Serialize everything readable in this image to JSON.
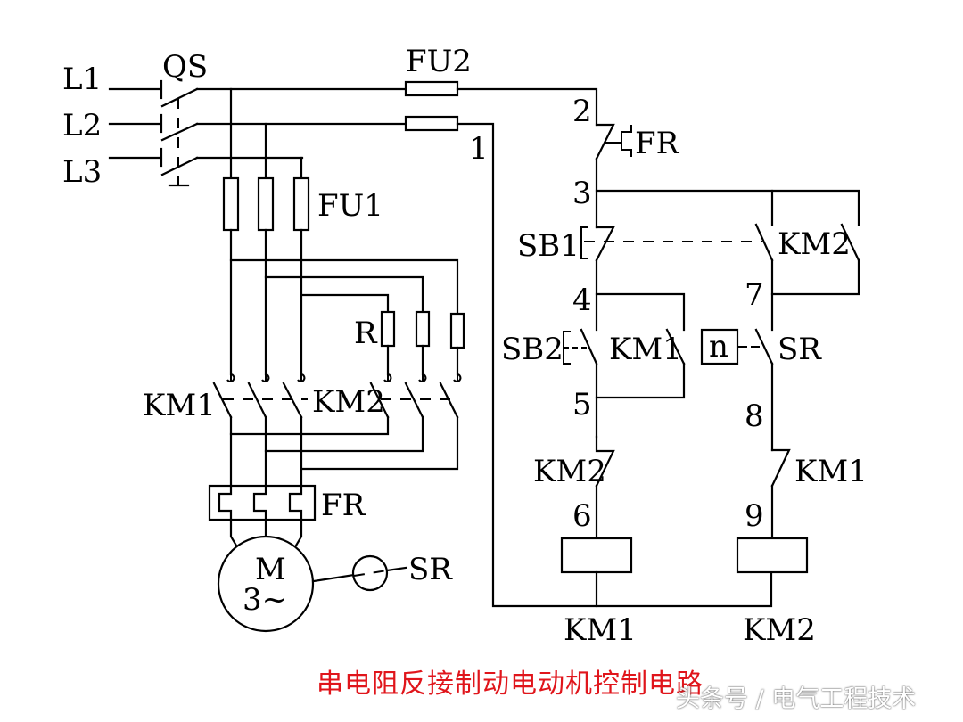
{
  "diagram": {
    "title": "串电阻反接制动电动机控制电路",
    "watermark": "头条号 / 电气工程技术",
    "colors": {
      "title": "#e0151b",
      "line": "#000000",
      "background": "#ffffff"
    },
    "power_circuit": {
      "phases": [
        "L1",
        "L2",
        "L3"
      ],
      "main_switch": "QS",
      "main_fuses": "FU1",
      "resistors": "R",
      "forward_contactor": "KM1",
      "braking_contactor": "KM2",
      "thermal_relay": "FR",
      "motor": {
        "symbol": "M",
        "phase": "3~"
      },
      "speed_relay": "SR"
    },
    "control_circuit": {
      "control_fuses": "FU2",
      "node_labels": [
        "1",
        "2",
        "3",
        "4",
        "5",
        "6",
        "7",
        "8",
        "9"
      ],
      "components": {
        "overload_contact": "FR",
        "stop_button": "SB1",
        "start_button": "SB2",
        "km1_hold_contact": "KM1",
        "km2_hold_contact": "KM2",
        "speed_relay_contact": "SR",
        "speed_relay_box": "n",
        "km2_interlock": "KM2",
        "km1_interlock": "KM1",
        "coil_km1": "KM1",
        "coil_km2": "KM2"
      }
    }
  }
}
